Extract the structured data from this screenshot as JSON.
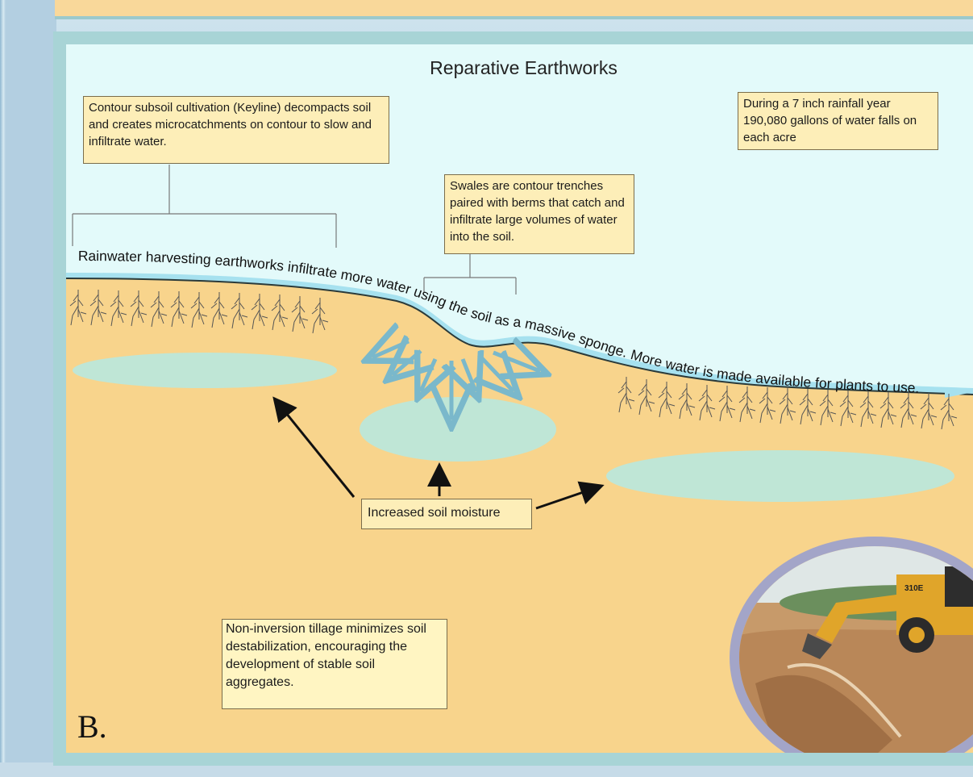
{
  "diagram": {
    "title": "Reparative Earthworks",
    "notes": {
      "keyline": "Contour subsoil cultivation (Keyline) decompacts soil and creates microcatchments on contour to slow and infiltrate water.",
      "rainfall": "During a 7 inch rainfall year 190,080 gallons of water falls on each acre",
      "swales": "Swales are contour trenches paired with berms that catch and infiltrate large volumes of water into the soil.",
      "moisture": "Increased soil moisture",
      "tillage": "Non-inversion tillage minimizes soil destabilization, encouraging the development of stable soil aggregates."
    },
    "curved_caption": "Rainwater harvesting earthworks infiltrate more water using the soil as a massive sponge. More water is made available for plants to use.",
    "panel_label": "B.",
    "photo_caption_on_machine": "310E"
  },
  "colors": {
    "sky": "#e3fafa",
    "soil": "#f8d48c",
    "water_surface": "#a6e1ef",
    "moisture_pool": "#bfe6d6",
    "note_bg": "#fdeeb8",
    "panel_border": "#a8d4d6"
  }
}
